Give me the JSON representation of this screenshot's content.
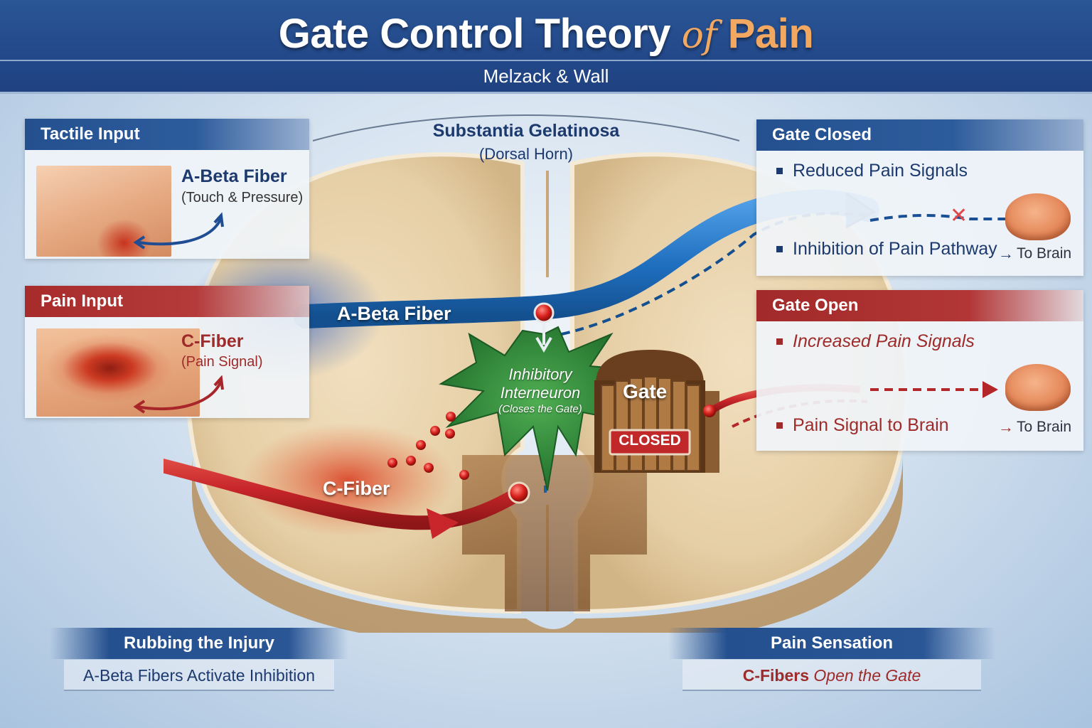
{
  "header": {
    "title_main": "Gate Control Theory",
    "title_of": "of",
    "title_pain": "Pain",
    "subtitle": "Melzack & Wall"
  },
  "center": {
    "region_title": "Substantia Gelatinosa",
    "region_sub": "(Dorsal Horn)",
    "abeta_label": "A-Beta Fiber",
    "cfiber_label": "C-Fiber",
    "interneuron_line1": "Inhibitory",
    "interneuron_line2": "Interneuron",
    "interneuron_sub": "(Closes the Gate)",
    "gate_label": "Gate",
    "gate_status": "CLOSED"
  },
  "tactile_panel": {
    "heading": "Tactile Input",
    "fiber": "A-Beta Fiber",
    "description": "(Touch & Pressure)"
  },
  "pain_panel": {
    "heading": "Pain Input",
    "fiber": "C-Fiber",
    "description": "(Pain Signal)"
  },
  "gate_closed_panel": {
    "heading": "Gate Closed",
    "bullets": [
      "Reduced Pain Signals",
      "Inhibition of Pain Pathway"
    ],
    "to_brain": "To Brain",
    "blocked_icon": "x-mark-icon"
  },
  "gate_open_panel": {
    "heading": "Gate Open",
    "bullets": [
      "Increased Pain Signals",
      "Pain Signal to Brain"
    ],
    "to_brain": "To Brain"
  },
  "bottom_left": {
    "heading": "Rubbing the Injury",
    "caption": "A-Beta Fibers Activate Inhibition"
  },
  "bottom_right": {
    "heading": "Pain Sensation",
    "caption_bold": "C-Fibers",
    "caption_rest": " Open the Gate"
  },
  "colors": {
    "header_blue": "#23498a",
    "accent_orange": "#f2a860",
    "abeta_blue": "#1f6fc0",
    "cfiber_red": "#c8262a",
    "interneuron_green": "#2f8a3a",
    "text_navy": "#1d3a6e",
    "text_red": "#9e2a2a"
  }
}
